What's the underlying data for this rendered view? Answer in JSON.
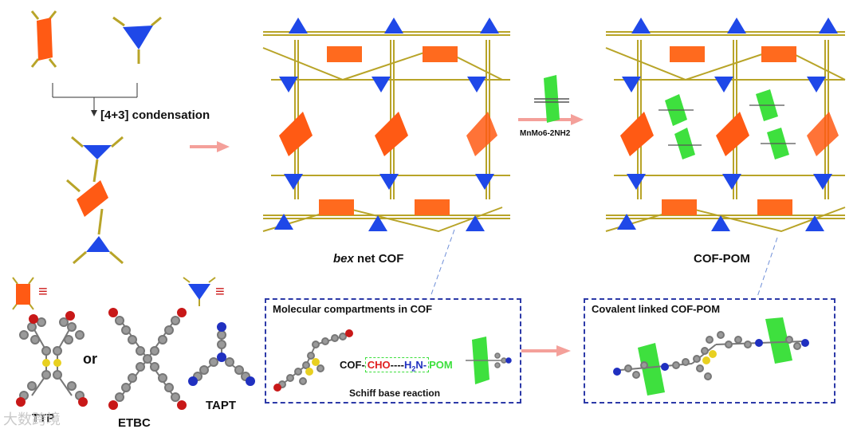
{
  "labels": {
    "condensation": "[4+3] condensation",
    "bex_italic": "bex",
    "bex_rest": " net COF",
    "cof_pom": "COF-POM",
    "reagent": "MnMo6-2NH2",
    "equiv_symbol": "≡",
    "or": "or",
    "ttp": "TTP",
    "etbc": "ETBC",
    "tapt": "TAPT",
    "schiff": "Schiff base reaction"
  },
  "box_left": {
    "title": "Molecular compartments in COF",
    "cof_prefix": "COF-",
    "cho": "CHO",
    "dashes": "----",
    "h": "H",
    "sub2": "2",
    "n": "N-",
    "pom": "POM"
  },
  "box_right": {
    "title": "Covalent linked COF-POM"
  },
  "watermark": "大数跨境",
  "colors": {
    "orange": "#ff5a14",
    "orange_light": "#ff9a50",
    "blue": "#1f48e8",
    "green": "#3ee03e",
    "linker": "#b8a428",
    "arrow": "#f4a09a",
    "box_border": "#2d3aa8"
  }
}
